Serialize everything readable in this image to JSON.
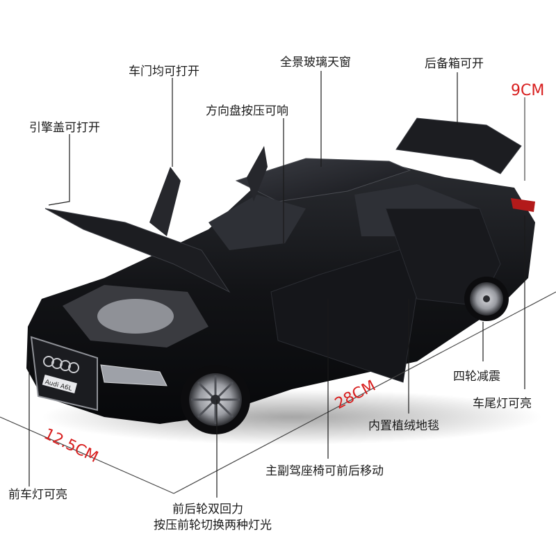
{
  "callouts": {
    "door_open": "车门均可打开",
    "sunroof": "全景玻璃天窗",
    "trunk_open": "后备箱可开",
    "steering_sound": "方向盘按压可响",
    "hood_open": "引擎盖可打开",
    "four_wheel_suspension": "四轮减震",
    "tail_light": "车尾灯可亮",
    "carpet": "内置植绒地毯",
    "seat_move": "主副驾座椅可前后移动",
    "head_light": "前车灯可亮",
    "pullback_line1": "前后轮双回力",
    "pullback_line2": "按压前轮切换两种灯光"
  },
  "dimensions": {
    "height": "9CM",
    "length": "28CM",
    "width": "12.5CM"
  },
  "plate_text": "Audi A6L",
  "colors": {
    "car_body": "#111215",
    "dimension_text": "#d81f1f",
    "callout_line": "#1a1a1a"
  }
}
